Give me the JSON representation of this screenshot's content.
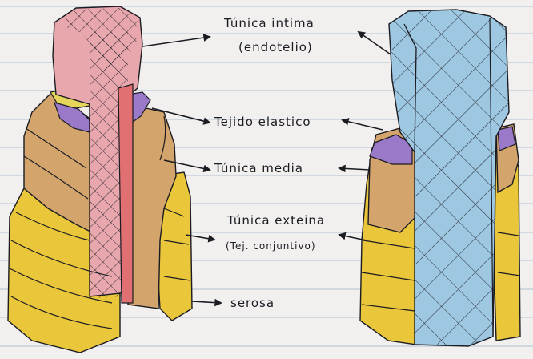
{
  "labels": {
    "tunica_intima": "Túnica intima",
    "endotelio": "(endotelio)",
    "tejido_elastico": "Tejido elastico",
    "tunica_media": "Túnica media",
    "tunica_externa": "Túnica exteina",
    "tej_conjuntivo": "(Tej. conjuntivo)",
    "serosa": "serosa"
  },
  "colors": {
    "paper": "#f2f0ee",
    "ruled_line": "#9fb0c6",
    "ink": "#1b1b22",
    "intima_pink": "#e8a6ad",
    "intima_red": "#e07072",
    "vessel_blue": "#9ec7e1",
    "elastic_purple": "#9a79c9",
    "media_tan": "#d3a46b",
    "externa_yellow": "#e9c63a",
    "elastic_band_yellow": "#e5d65a"
  }
}
